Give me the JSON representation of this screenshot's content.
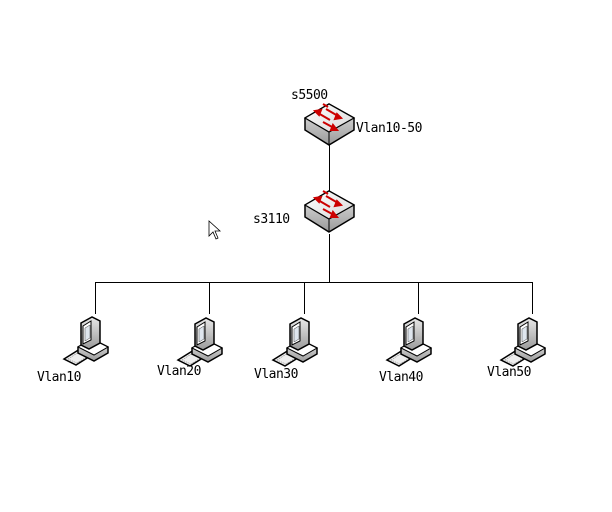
{
  "core_switch": {
    "name": "s5500",
    "vlan_label": "Vlan10-50"
  },
  "access_switch": {
    "name": "s3110"
  },
  "hosts": [
    {
      "label": "Vlan10"
    },
    {
      "label": "Vlan20"
    },
    {
      "label": "Vlan30"
    },
    {
      "label": "Vlan40"
    },
    {
      "label": "Vlan50"
    }
  ],
  "colors": {
    "arrow": "#cc0000",
    "line": "#000000"
  }
}
